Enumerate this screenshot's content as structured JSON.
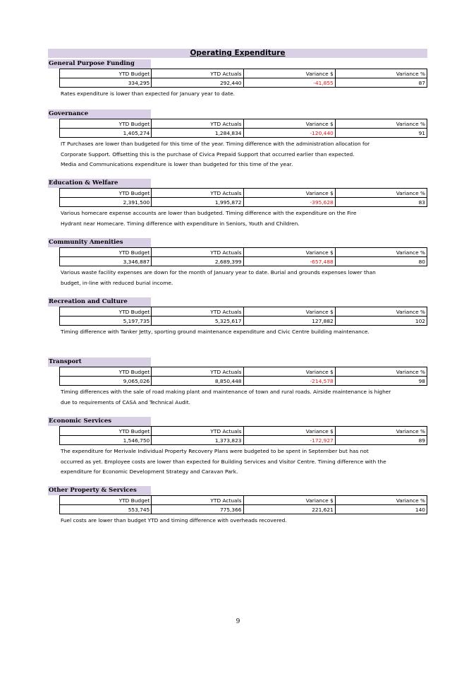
{
  "page_title": "Operating Expenditure",
  "column_headers": [
    "YTD Budget",
    "YTD Actuals",
    "Variance $",
    "Variance %"
  ],
  "sections": [
    {
      "heading": "General Purpose Funding",
      "values": [
        "334,295",
        "292,440",
        "-41,855",
        "87"
      ],
      "notes": [
        "Rates expenditure is lower than expected for January year to date."
      ]
    },
    {
      "heading": "Governance",
      "values": [
        "1,405,274",
        "1,284,834",
        "-120,440",
        "91"
      ],
      "notes": [
        "IT Purchases are lower than budgeted for this time of the year. Timing difference with the administration allocation for",
        "Corporate Support.  Offsetting this is the purchase of Civica Prepaid Support that occurred earlier than expected.",
        "Media and Communications expenditure is lower than budgeted for this time of the year."
      ]
    },
    {
      "heading": "Education & Welfare",
      "values": [
        "2,391,500",
        "1,995,872",
        "-395,628",
        "83"
      ],
      "notes": [
        "Various homecare expense accounts are lower than budgeted. Timing difference with the expenditure on the Fire",
        "Hydrant near Homecare. Timing difference with expenditure in Seniors, Youth and Children."
      ]
    },
    {
      "heading": "Community Amenities",
      "values": [
        "3,346,887",
        "2,689,399",
        "-657,488",
        "80"
      ],
      "notes": [
        "Various waste facility expenses are down for the month of January year to date.  Burial and grounds expenses lower than",
        "budget, in-line with reduced burial income."
      ]
    },
    {
      "heading": "Recreation and Culture",
      "values": [
        "5,197,735",
        "5,325,617",
        "127,882",
        "102"
      ],
      "notes": [
        "Timing difference with Tanker Jetty, sporting ground maintenance expenditure and Civic Centre building maintenance."
      ]
    },
    {
      "heading": "Transport",
      "values": [
        "9,065,026",
        "8,850,448",
        "-214,578",
        "98"
      ],
      "notes": [
        "Timing differences with the sale of road making plant and maintenance of town and rural roads. Airside maintenance is higher",
        "due to requirements of CASA and Technical Audit."
      ]
    },
    {
      "heading": "Economic Services",
      "values": [
        "1,546,750",
        "1,373,823",
        "-172,927",
        "89"
      ],
      "notes": [
        "The expenditure for Merivale Individual Property Recovery Plans were budgeted to be spent in September but has not",
        "occurred as yet. Employee costs are lower than expected for Building Services and Visitor Centre.  Timing difference with the",
        "expenditure for Economic Development Strategy and Caravan Park."
      ]
    },
    {
      "heading": "Other Property & Services",
      "values": [
        "553,745",
        "775,366",
        "221,621",
        "140"
      ],
      "notes": [
        "Fuel costs are lower than budget YTD and timing difference with overheads recovered."
      ]
    }
  ],
  "page_number": "9",
  "colors": {
    "header_fill": "#d9d0e6",
    "negative_value": "#e31b1b"
  }
}
